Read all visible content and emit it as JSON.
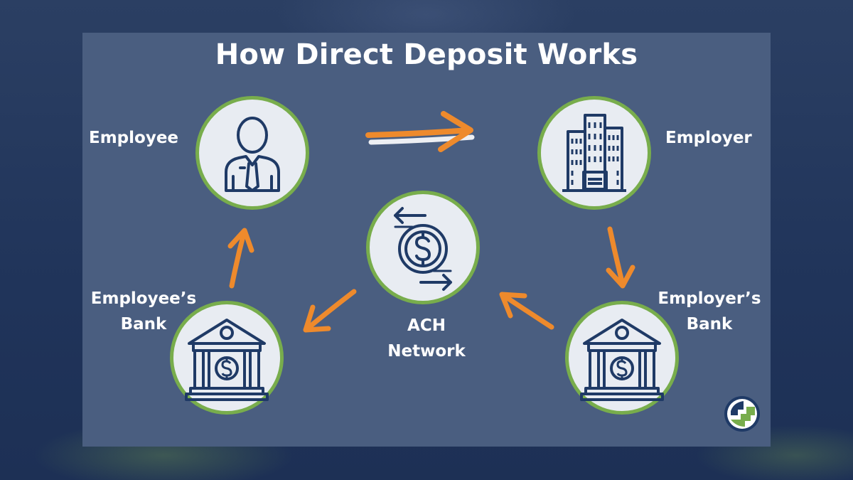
{
  "title": "How Direct Deposit Works",
  "nodes": {
    "employee": {
      "label": "Employee",
      "icon": "person-icon"
    },
    "employer": {
      "label": "Employer",
      "icon": "office-building-icon"
    },
    "ach": {
      "label": "ACH\nNetwork",
      "icon": "money-transfer-icon"
    },
    "employee_bank": {
      "label": "Employee’s\nBank",
      "icon": "bank-icon"
    },
    "employer_bank": {
      "label": "Employer’s\nBank",
      "icon": "bank-icon"
    }
  },
  "colors": {
    "panel": "#4a5e80",
    "circle_fill": "#e8ecf2",
    "circle_border": "#78ad4c",
    "icon_stroke": "#1f3a66",
    "arrow": "#ee8a2c"
  },
  "logo": {
    "icon": "company-logo-icon"
  }
}
